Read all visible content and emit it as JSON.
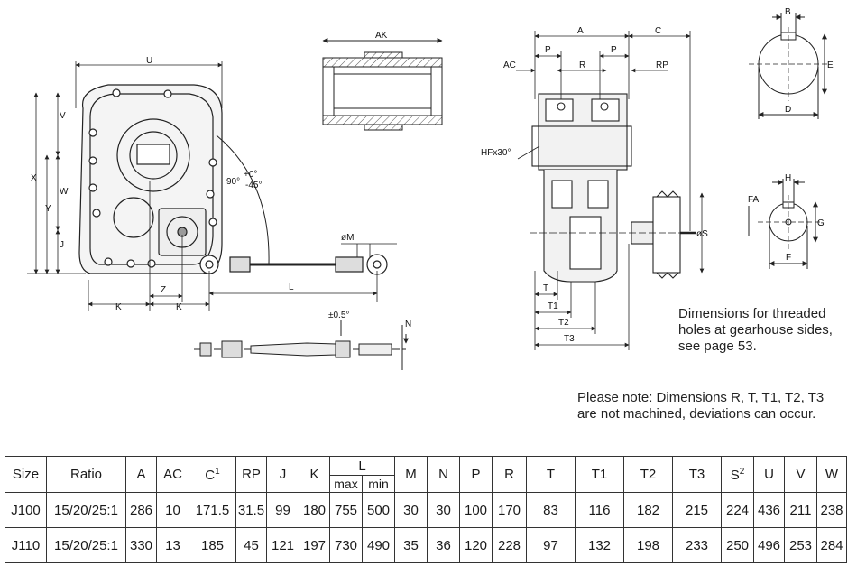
{
  "drawing": {
    "labels": {
      "u": "U",
      "v": "V",
      "x": "X",
      "w": "W",
      "y": "Y",
      "j": "J",
      "k1": "K",
      "k2": "K",
      "z": "Z",
      "l": "L",
      "phi_m": "øM",
      "angle_line1": "90°",
      "angle_plus": "+0°",
      "angle_minus": "-45°",
      "tol": "±0.5°",
      "n": "N",
      "ak": "AK",
      "a": "A",
      "c": "C",
      "p1": "P",
      "p2": "P",
      "ac": "AC",
      "r": "R",
      "rp": "RP",
      "hf": "HFx30°",
      "phi_s": "øS",
      "t": "T",
      "t1": "T1",
      "t2": "T2",
      "t3": "T3",
      "b": "B",
      "e": "E",
      "d": "D",
      "h": "H",
      "fa": "FA",
      "g": "G",
      "f": "F"
    }
  },
  "notes": {
    "threaded": [
      "Dimensions for threaded",
      "holes at gearhouse sides,",
      "see page 53."
    ],
    "machined": [
      "Please note: Dimensions R, T, T1, T2, T3",
      "are not machined, deviations can occur."
    ]
  },
  "table": {
    "headers": {
      "size": "Size",
      "ratio": "Ratio",
      "a": "A",
      "ac": "AC",
      "c": "C",
      "c_sup": "1",
      "rp": "RP",
      "j": "J",
      "k": "K",
      "l": "L",
      "l_max": "max",
      "l_min": "min",
      "m": "M",
      "n": "N",
      "p": "P",
      "r": "R",
      "t": "T",
      "t1": "T1",
      "t2": "T2",
      "t3": "T3",
      "s": "S",
      "s_sup": "2",
      "u": "U",
      "v": "V",
      "w": "W"
    },
    "rows": [
      [
        "J100",
        "15/20/25:1",
        "286",
        "10",
        "171.5",
        "31.5",
        "99",
        "180",
        "755",
        "500",
        "30",
        "30",
        "100",
        "170",
        "83",
        "116",
        "182",
        "215",
        "224",
        "436",
        "211",
        "238"
      ],
      [
        "J110",
        "15/20/25:1",
        "330",
        "13",
        "185",
        "45",
        "121",
        "197",
        "730",
        "490",
        "35",
        "36",
        "120",
        "228",
        "97",
        "132",
        "198",
        "233",
        "250",
        "496",
        "253",
        "284"
      ]
    ]
  }
}
